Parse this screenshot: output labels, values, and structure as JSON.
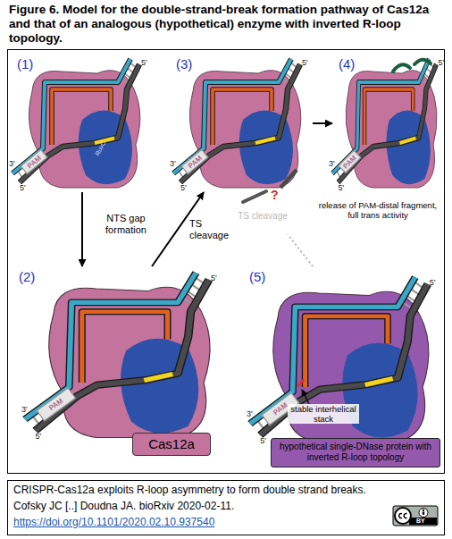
{
  "diagram": {
    "title": "Figure 6. Model for the double-strand-break formation pathway of Cas12a and that of an analogous (hypothetical) enzyme with inverted R-loop topology.",
    "nodes": [
      {
        "text": [
          "(1)"
        ]
      },
      {
        "text": [
          "PAM"
        ],
        "in": 0
      },
      {
        "text": [
          "(3)"
        ]
      },
      {
        "text": [
          "PAM"
        ],
        "in": 2
      },
      {
        "text": [
          "(4)"
        ]
      },
      {
        "text": [
          "PAM"
        ],
        "in": 4
      },
      {
        "text": [
          "(2)"
        ]
      },
      {
        "text": [
          "PAM"
        ],
        "in": 6
      },
      {
        "text": [
          "(5)"
        ]
      },
      {
        "text": [
          "PAM"
        ],
        "in": 8
      },
      {
        "text": [
          "Cas12a"
        ]
      },
      {
        "text": [
          "hypothetical single-DNase protein with inverted R-loop topology"
        ]
      },
      {
        "text": [
          "CRISPR-Cas12a exploits R-loop asymmetry to form double strand breaks.",
          "Cofsky JC [..] Doudna JA. bioRxiv 2020-02-11.",
          "https://doi.org/10.1101/2020.02.10.937540"
        ]
      }
    ],
    "edges": [
      {
        "from": 0,
        "to": 6,
        "label": "NTS gap formation",
        "arrow": "to"
      },
      {
        "from": 6,
        "to": 2,
        "label": "TS cleavage",
        "arrow": "to"
      },
      {
        "from": 2,
        "to": 4,
        "arrow": "to"
      }
    ],
    "labels": [
      "RuvC",
      "5'",
      "3'",
      "5'",
      "5'",
      "3'",
      "5'",
      "5'",
      "3'",
      "5'",
      "TS cleavage",
      "?",
      "release of PAM-distal fragment, full trans activity",
      "5'",
      "3'",
      "5'",
      "5'",
      "3'",
      "5'",
      "stable interhelical stack",
      "BY"
    ]
  }
}
